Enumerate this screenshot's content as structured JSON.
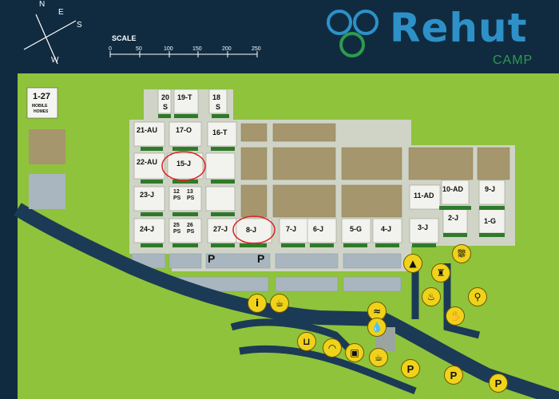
{
  "header": {
    "brand_name": "Rehut",
    "brand_sub": "CAMP",
    "compass": {
      "n": "N",
      "e": "E",
      "s": "S",
      "w": "W"
    },
    "scale": {
      "title": "SCALE",
      "ticks": [
        "0",
        "50",
        "100",
        "150",
        "200",
        "250"
      ]
    }
  },
  "legend": {
    "count": "1-27",
    "mobile": "MOBILE",
    "homes": "HOMES"
  },
  "plots": [
    {
      "id": "p20s_a",
      "text": "20"
    },
    {
      "id": "p20s_b",
      "text": "S"
    },
    {
      "id": "p19t",
      "text": "19-T"
    },
    {
      "id": "p18s_a",
      "text": "18"
    },
    {
      "id": "p18s_b",
      "text": "S"
    },
    {
      "id": "p21au",
      "text": "21-AU"
    },
    {
      "id": "p17o",
      "text": "17-O"
    },
    {
      "id": "p16t",
      "text": "16-T"
    },
    {
      "id": "p22au",
      "text": "22-AU"
    },
    {
      "id": "p15j",
      "text": "15-J"
    },
    {
      "id": "p23j",
      "text": "23-J"
    },
    {
      "id": "p12ps_a",
      "text": "12"
    },
    {
      "id": "p12ps_b",
      "text": "PS"
    },
    {
      "id": "p13ps_a",
      "text": "13"
    },
    {
      "id": "p13ps_b",
      "text": "PS"
    },
    {
      "id": "p24j",
      "text": "24-J"
    },
    {
      "id": "p25ps_a",
      "text": "25"
    },
    {
      "id": "p25ps_b",
      "text": "PS"
    },
    {
      "id": "p26ps_a",
      "text": "26"
    },
    {
      "id": "p26ps_b",
      "text": "PS"
    },
    {
      "id": "p27j",
      "text": "27-J"
    },
    {
      "id": "p8j",
      "text": "8-J"
    },
    {
      "id": "p7j",
      "text": "7-J"
    },
    {
      "id": "p6j",
      "text": "6-J"
    },
    {
      "id": "p5g",
      "text": "5-G"
    },
    {
      "id": "p4j",
      "text": "4-J"
    },
    {
      "id": "p3j",
      "text": "3-J"
    },
    {
      "id": "p11ad",
      "text": "11-AD"
    },
    {
      "id": "p10ad",
      "text": "10-AD"
    },
    {
      "id": "p9j",
      "text": "9-J"
    },
    {
      "id": "p2j",
      "text": "2-J"
    },
    {
      "id": "p1g",
      "text": "1-G"
    }
  ],
  "parking_letter": "P",
  "parking_badge_letter": "P",
  "poi": {
    "info_icon": "info-icon",
    "cafe_icon": "coffee-cup-icon",
    "pool_icon": "swimming-icon",
    "water_icon": "water-drop-icon",
    "shop_icon": "basket-icon",
    "bakery_icon": "bread-icon",
    "gift_icon": "gift-bag-icon",
    "tent_icon": "tent-icon",
    "shower_icon": "shower-icon",
    "tower_icon": "water-tower-icon",
    "grill_icon": "grill-icon",
    "play_icon": "playground-icon",
    "sanitary_icon": "sanitary-icon"
  }
}
